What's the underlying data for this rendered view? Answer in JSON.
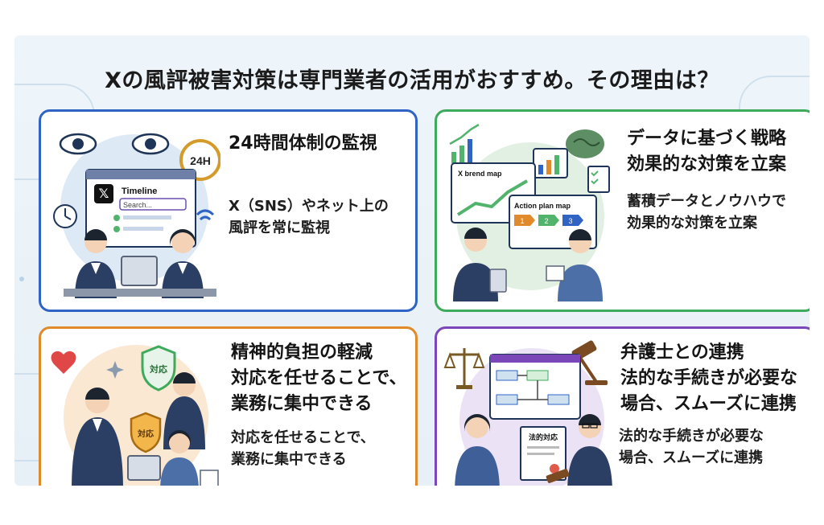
{
  "title": "Xの風評被害対策は専門業者の活用がおすすめ。その理由は？",
  "cards": [
    {
      "heading": "24時間体制の監視",
      "body_lines": [
        "X（SNS）やネット上の",
        "風評を常に監視"
      ],
      "illus_texts": {
        "clock": "24H",
        "window": "Timeline",
        "search": "Search..."
      },
      "accent": "#2f63c4"
    },
    {
      "heading_lines": [
        "データに基づく戦略",
        "効果的な対策を立案"
      ],
      "body_lines": [
        "蓄積データとノウハウで",
        "効果的な対策を立案"
      ],
      "illus_texts": {
        "trend": "X brend map",
        "plan": "Action plan map",
        "steps": [
          "1",
          "2",
          "3"
        ]
      },
      "accent": "#3eaa5b"
    },
    {
      "heading_lines": [
        "精神的負担の軽減",
        "対応を任せることで、",
        "業務に集中できる"
      ],
      "body_lines": [
        "対応を任せることで、",
        "業務に集中できる"
      ],
      "illus_texts": {
        "shield_top": "対応",
        "shield_hand": "対応"
      },
      "accent": "#e08a2c"
    },
    {
      "heading_lines": [
        "弁護士との連携",
        "法的な手続きが必要な",
        "場合、スムーズに連携"
      ],
      "body_lines": [
        "法的な手続きが必要な",
        "場合、スムーズに連携"
      ],
      "illus_texts": {
        "doc": "法的対応"
      },
      "accent": "#7b47b8"
    }
  ]
}
